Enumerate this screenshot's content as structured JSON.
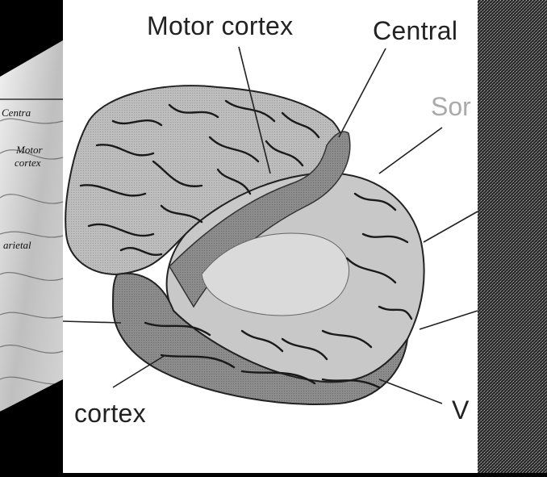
{
  "left_photo": {
    "labels": [
      "Centra",
      "Motor",
      "cortex",
      "arietal"
    ]
  },
  "diagram": {
    "labels": {
      "motor_cortex": "Motor cortex",
      "central": "Central",
      "somato_partial": "Sor",
      "cortex_bottom": "cortex",
      "visual_partial": "V"
    }
  },
  "colors": {
    "background": "#000000",
    "diagram_bg": "#ffffff",
    "lobe_light": "#e6e6e6",
    "lobe_mid": "#bdbdbd",
    "lobe_dark": "#8e8e8e",
    "sulci": "#1a1a1a"
  }
}
